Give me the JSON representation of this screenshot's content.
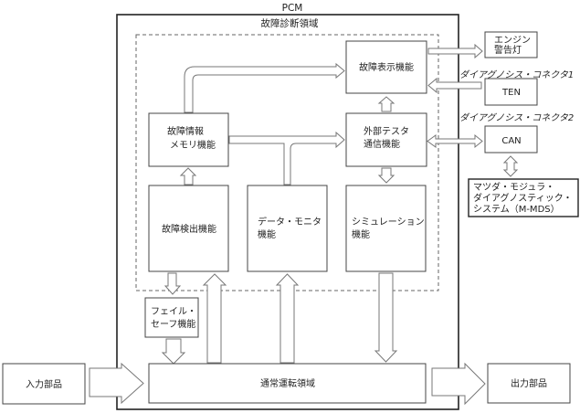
{
  "diagram": {
    "pcm_label": "PCM",
    "diagnosis_area_label": "故障診断領域",
    "boxes": {
      "fault_display": [
        "故障表示機能"
      ],
      "fault_memory": [
        "故障情報",
        "メモリ機能"
      ],
      "external_tester": [
        "外部テスタ",
        "通信機能"
      ],
      "fault_detection": [
        "故障検出機能"
      ],
      "data_monitor": [
        "データ・モニタ",
        "機能"
      ],
      "simulation": [
        "シミュレーション",
        "機能"
      ],
      "fail_safe": [
        "フェイル・",
        "セーフ機能"
      ],
      "normal_operation": [
        "通常運転領域"
      ],
      "input_parts": [
        "入力部品"
      ],
      "output_parts": [
        "出力部品"
      ],
      "engine_warning_light": [
        "エンジン",
        "警告灯"
      ],
      "ten": [
        "TEN"
      ],
      "can": [
        "CAN"
      ],
      "m_mds": [
        "マツダ・モジュラ・",
        "ダイアグノスティック・",
        "システム（M-MDS）"
      ]
    },
    "connector_labels": {
      "connector1": "ダイアグノシス・コネクタ1",
      "connector2": "ダイアグノシス・コネクタ2"
    },
    "connections": [
      {
        "from": "fault_memory",
        "to": "fault_display"
      },
      {
        "from": "fault_memory",
        "to": "external_tester"
      },
      {
        "from": "data_monitor",
        "to": "external_tester"
      },
      {
        "from": "fault_detection",
        "to": "fault_memory"
      },
      {
        "from": "external_tester",
        "to": "fault_display"
      },
      {
        "from": "external_tester",
        "to": "simulation"
      },
      {
        "from": "fault_detection",
        "to": "fail_safe"
      },
      {
        "from": "fail_safe",
        "to": "normal_operation"
      },
      {
        "from": "normal_operation",
        "to": "fault_detection"
      },
      {
        "from": "normal_operation",
        "to": "data_monitor"
      },
      {
        "from": "simulation",
        "to": "normal_operation"
      },
      {
        "from": "input_parts",
        "to": "normal_operation"
      },
      {
        "from": "normal_operation",
        "to": "output_parts"
      },
      {
        "from": "fault_display",
        "to": "engine_warning_light"
      },
      {
        "from": "ten",
        "to": "fault_display"
      },
      {
        "from": "external_tester",
        "to": "can",
        "bidirectional": true
      },
      {
        "from": "can",
        "to": "m_mds",
        "bidirectional": true
      }
    ]
  }
}
